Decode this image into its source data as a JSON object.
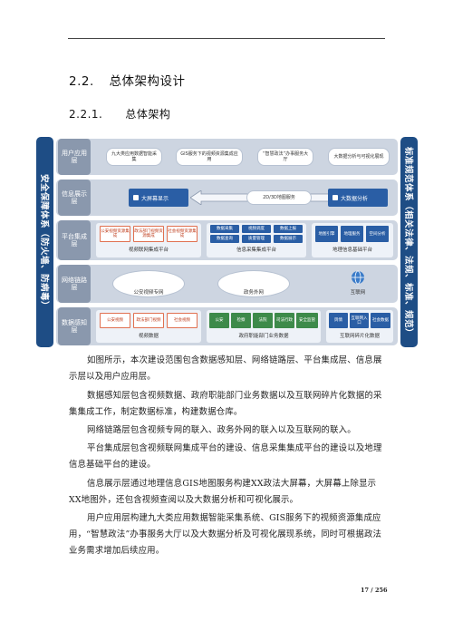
{
  "heading_2": {
    "number": "2.2.",
    "title": "总体架构设计"
  },
  "heading_3": {
    "number": "2.2.1.",
    "title": "总体架构"
  },
  "diagram": {
    "left_side": "安全保障体系（防火墙、防病毒）",
    "right_side": "标准规范体系（相关法律、法规、标准、规范）",
    "layers": {
      "user": {
        "label": "用户应用层",
        "items": [
          "九大类应用数据智能采集",
          "GIS服务下的视频资源集成应用",
          "“智慧政法”办事服务大厅",
          "大数据分析与可视化展现"
        ]
      },
      "display": {
        "label": "信息展示层",
        "left": "大屏幕显示",
        "center": "2D/3D地图服务",
        "right": "大数据分析"
      },
      "platform": {
        "label": "平台集成层",
        "video_cells": [
          "公安视频资源集成",
          "政法部门视频资源集成",
          "社会视频资源集成"
        ],
        "video_caption": "视频联网集成平台",
        "info_cells": [
          "数据采集",
          "视频调度",
          "数据上报",
          "数据查询",
          "质量管理",
          "数据展示"
        ],
        "info_caption": "信息采集集成平台",
        "gis_cells": [
          "地图引擎",
          "地理服务",
          "空间分析"
        ],
        "gis_caption": "地理信息基础平台"
      },
      "network": {
        "label": "网络链路层",
        "items": [
          "公安视频专网",
          "政务外网",
          "互联网"
        ]
      },
      "data": {
        "label": "数据感知层",
        "video_cells": [
          "公安视频",
          "政法部门视频",
          "社会视频"
        ],
        "video_caption": "视频数据",
        "gov_cells": [
          "公安",
          "检察",
          "法院",
          "司法行政",
          "安全监管"
        ],
        "gov_caption": "政府职能部门业务数据",
        "net_cells": [
          "舆情",
          "互联网入口",
          "社会数据"
        ],
        "net_caption": "互联网碎片化数据"
      }
    }
  },
  "paragraphs": [
    "如图所示，本次建设范围包含数据感知层、网络链路层、平台集成层、信息展示层以及用户应用层。",
    "数据感知层包含视频数据、政府职能部门业务数据以及互联网碎片化数据的采集集成工作，制定数据标准，构建数据仓库。",
    "网络链路层包含视频专网的联入、政务外网的联入以及互联网的联入。",
    "平台集成层包含视频联网集成平台的建设、信息采集集成平台的建设以及地理信息基础平台的建设。",
    "信息展示层通过地理信息GIS地图服务构建XX政法大屏幕，大屏幕上除显示XX地图外，还包含视频查阅以及大数据分析和可视化展示。",
    "用户应用层构建九大类应用数据智能采集系统、GIS服务下的视频资源集成应用，“智慧政法”办事服务大厅以及大数据分析及可视化展现系统，同时可根据政法业务需求增加后续应用。"
  ],
  "page_number": "17 / 256"
}
